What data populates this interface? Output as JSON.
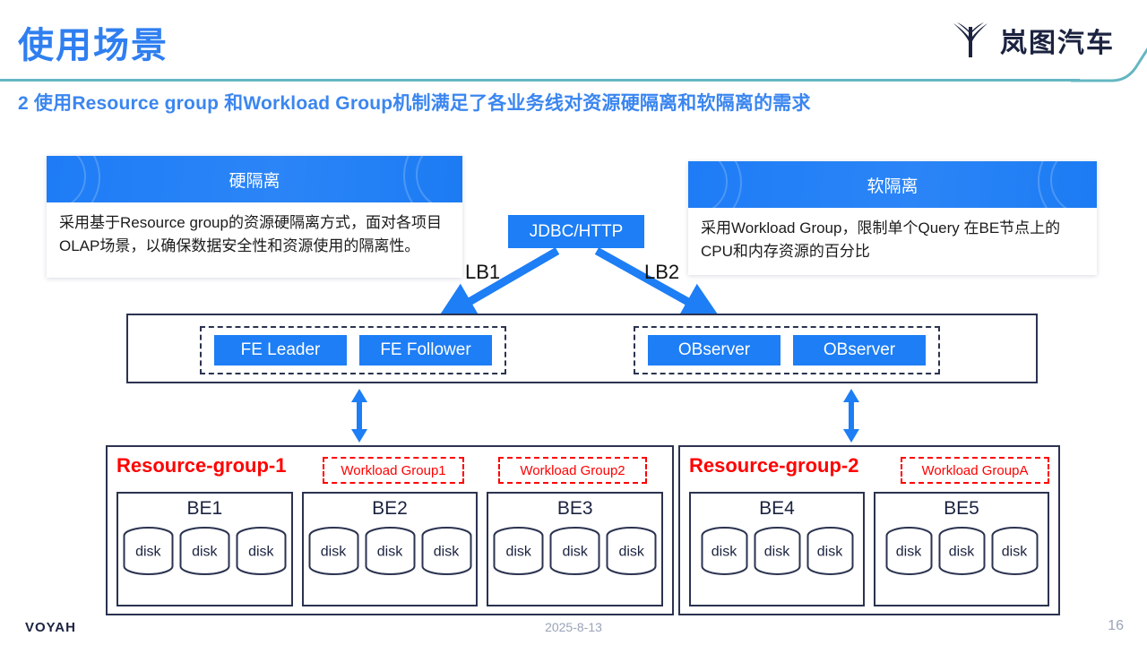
{
  "header": {
    "title": "使用场景",
    "brand_name": "岚图汽车",
    "brand_mark_icon": "voyah-wing-logo-icon",
    "subtitle": "2 使用Resource group 和Workload Group机制满足了各业务线对资源硬隔离和软隔离的需求",
    "rule_color": "#63b7c2",
    "accent_blue": "#1d7ef5",
    "title_color": "#2f7ff0"
  },
  "cards": {
    "left": {
      "heading": "硬隔离",
      "body": "采用基于Resource group的资源硬隔离方式，面对各项目OLAP场景，以确保数据安全性和资源使用的隔离性。"
    },
    "right": {
      "heading": "软隔离",
      "body": "采用Workload Group，限制单个Query 在BE节点上的CPU和内存资源的百分比"
    }
  },
  "diagram": {
    "entry": {
      "label": "JDBC/HTTP"
    },
    "lb_left": "LB1",
    "lb_right": "LB2",
    "arrow_color": "#1d7ef5",
    "fe_group": {
      "nodes": [
        {
          "label": "FE Leader"
        },
        {
          "label": "FE Follower"
        }
      ]
    },
    "observer_group": {
      "nodes": [
        {
          "label": "OBserver"
        },
        {
          "label": "OBserver"
        }
      ]
    },
    "connector_left_icon": "double-headed-vertical-arrow-icon",
    "connector_right_icon": "double-headed-vertical-arrow-icon",
    "resource_groups": [
      {
        "title": "Resource-group-1",
        "title_color": "#ff0000",
        "workload_groups": [
          "Workload Group1",
          "Workload Group2"
        ],
        "be_nodes": [
          {
            "label": "BE1",
            "disks": [
              "disk",
              "disk",
              "disk"
            ]
          },
          {
            "label": "BE2",
            "disks": [
              "disk",
              "disk",
              "disk"
            ]
          },
          {
            "label": "BE3",
            "disks": [
              "disk",
              "disk",
              "disk"
            ]
          }
        ]
      },
      {
        "title": "Resource-group-2",
        "title_color": "#ff0000",
        "workload_groups": [
          "Workload GroupA"
        ],
        "be_nodes": [
          {
            "label": "BE4",
            "disks": [
              "disk",
              "disk",
              "disk"
            ]
          },
          {
            "label": "BE5",
            "disks": [
              "disk",
              "disk",
              "disk"
            ]
          }
        ]
      }
    ]
  },
  "footer": {
    "logo_text": "VOYAH",
    "date": "2025-8-13",
    "page_number": "16"
  }
}
